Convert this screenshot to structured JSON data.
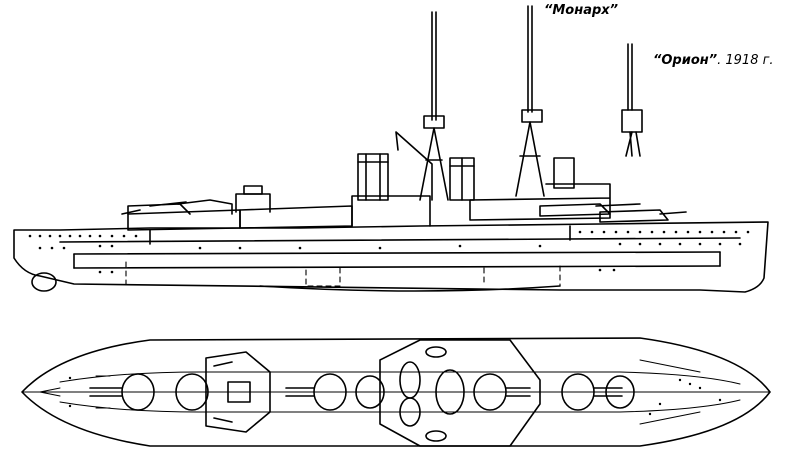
{
  "labels": {
    "monarch": "“Монарх”",
    "orion_name": "“Орион”",
    "orion_suffix": ". 1918 г."
  }
}
